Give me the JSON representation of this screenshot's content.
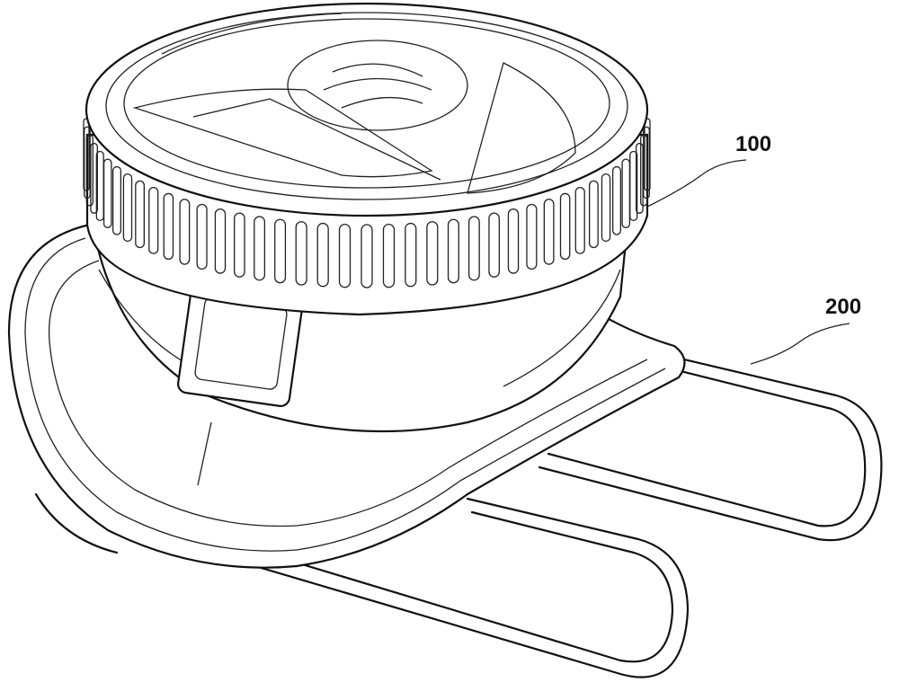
{
  "figure": {
    "reference_labels": [
      {
        "id": "100",
        "text": "100"
      },
      {
        "id": "200",
        "text": "200"
      }
    ]
  }
}
